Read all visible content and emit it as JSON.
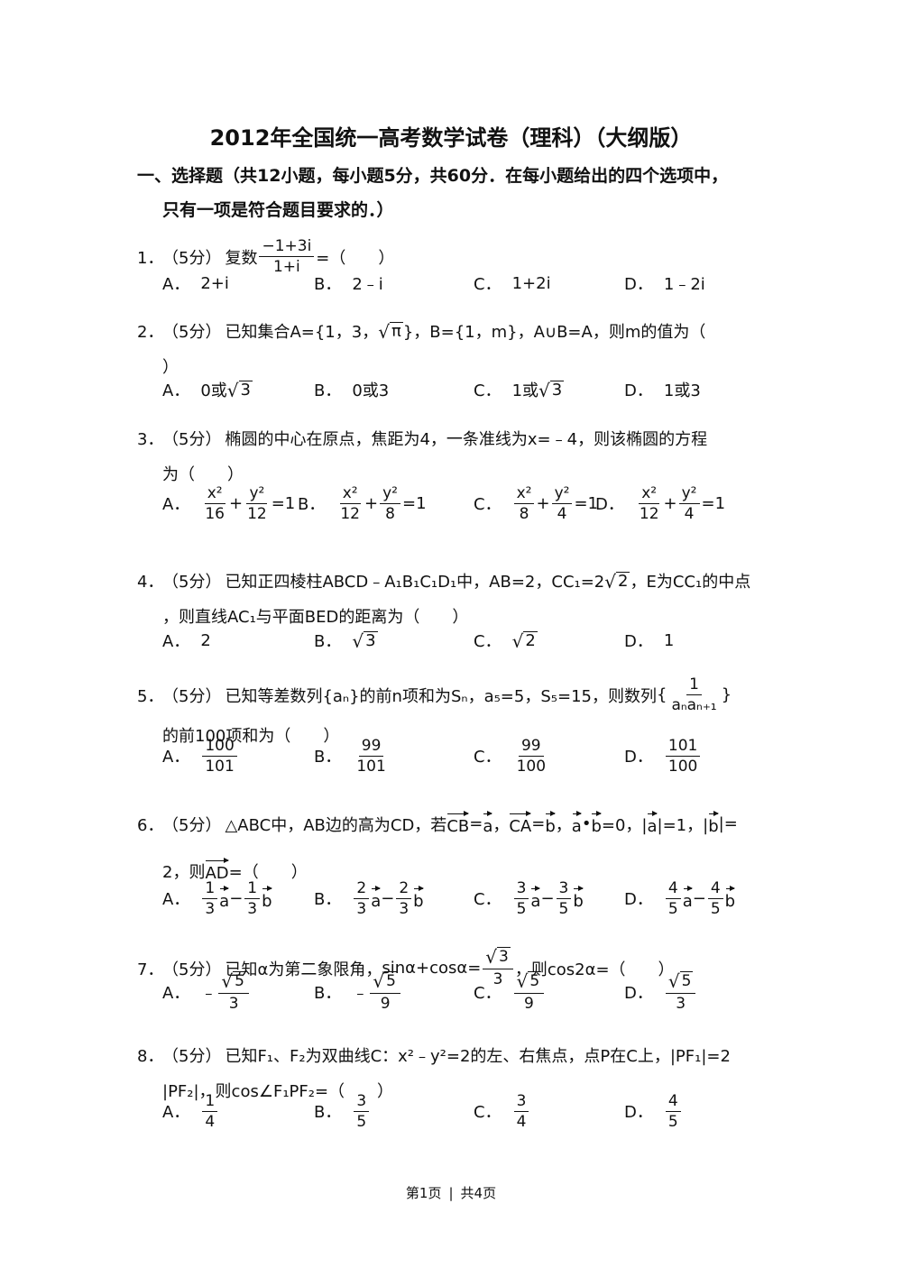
{
  "title": "2012年全国统一高考数学试卷（理科）（大纲版）",
  "section": {
    "line1": "一、选择题（共12小题，每小题5分，共60分．在每小题给出的四个选项中，",
    "line2": "只有一项是符合题目要求的．）"
  },
  "questions": [
    {
      "num": "1．",
      "points": "（5分）",
      "text_a": "复数",
      "frac_num": "−1+3i",
      "frac_den": "1+i",
      "text_b": "=（　　）",
      "options": [
        {
          "label": "A．",
          "text": "2+i"
        },
        {
          "label": "B．",
          "text": "2﹣i"
        },
        {
          "label": "C．",
          "text": "1+2i"
        },
        {
          "label": "D．",
          "text": "1﹣2i"
        }
      ]
    },
    {
      "num": "2．",
      "points": "（5分）",
      "text_a": "已知集合A={1，3，",
      "sqrt_arg": "π",
      "text_b": "}，B={1，m}，A∪B=A，则m的值为（",
      "cont": "）",
      "options": [
        {
          "label": "A．",
          "pre": "0或",
          "sqrt": "3"
        },
        {
          "label": "B．",
          "text": "0或3"
        },
        {
          "label": "C．",
          "pre": "1或",
          "sqrt": "3"
        },
        {
          "label": "D．",
          "text": "1或3"
        }
      ]
    },
    {
      "num": "3．",
      "points": "（5分）",
      "text": "椭圆的中心在原点，焦距为4，一条准线为x=﹣4，则该椭圆的方程",
      "cont": "为（　　）",
      "options": [
        {
          "label": "A．",
          "n1": "x²",
          "d1": "16",
          "n2": "y²",
          "d2": "12",
          "tail": "=1"
        },
        {
          "label": "B．",
          "n1": "x²",
          "d1": "12",
          "n2": "y²",
          "d2": "8",
          "tail": "=1"
        },
        {
          "label": "C．",
          "n1": "x²",
          "d1": "8",
          "n2": "y²",
          "d2": "4",
          "tail": "=1"
        },
        {
          "label": "D．",
          "n1": "x²",
          "d1": "12",
          "n2": "y²",
          "d2": "4",
          "tail": "=1"
        }
      ]
    },
    {
      "num": "4．",
      "points": "（5分）",
      "text_a": "已知正四棱柱ABCD﹣A₁B₁C₁D₁中，AB=2，CC₁=2",
      "sqrt_arg": "2",
      "text_b": "，E为CC₁的中点",
      "cont": "，则直线AC₁与平面BED的距离为（　　）",
      "options": [
        {
          "label": "A．",
          "text": "2"
        },
        {
          "label": "B．",
          "sqrt": "3"
        },
        {
          "label": "C．",
          "sqrt": "2"
        },
        {
          "label": "D．",
          "text": "1"
        }
      ]
    },
    {
      "num": "5．",
      "points": "（5分）",
      "text_a": "已知等差数列{aₙ}的前n项和为Sₙ，a₅=5，S₅=15，则数列",
      "frac_num": "1",
      "frac_den": "aₙaₙ₊₁",
      "cont": "的前100项和为（　　）",
      "options": [
        {
          "label": "A．",
          "num": "100",
          "den": "101"
        },
        {
          "label": "B．",
          "num": "99",
          "den": "101"
        },
        {
          "label": "C．",
          "num": "99",
          "den": "100"
        },
        {
          "label": "D．",
          "num": "101",
          "den": "100"
        }
      ]
    },
    {
      "num": "6．",
      "points": "（5分）",
      "text_a": "△ABC中，AB边的高为CD，若",
      "v1": "CB",
      "e1": "=",
      "v2": "a",
      "c1": "，",
      "v3": "CA",
      "e2": "=",
      "v4": "b",
      "c2": "，",
      "v5": "a",
      "dot": "•",
      "v6": "b",
      "e3": "=0，|",
      "v7": "a",
      "e4": "|=1，|",
      "v8": "b",
      "e5": "|=",
      "cont_a": "2，则",
      "v9": "AD",
      "cont_b": "=（　　）",
      "options": [
        {
          "label": "A．",
          "n": "1",
          "d": "3"
        },
        {
          "label": "B．",
          "n": "2",
          "d": "3"
        },
        {
          "label": "C．",
          "n": "3",
          "d": "5"
        },
        {
          "label": "D．",
          "n": "4",
          "d": "5"
        }
      ]
    },
    {
      "num": "7．",
      "points": "（5分）",
      "text_a": "已知α为第二象限角，",
      "expr": "sinα+cosα=",
      "frac_sqrt": "3",
      "frac_den": "3",
      "text_b": "，则cos2α=（　　）",
      "options": [
        {
          "label": "A．",
          "sign": "﹣",
          "s": "5",
          "d": "3"
        },
        {
          "label": "B．",
          "sign": "﹣",
          "s": "5",
          "d": "9"
        },
        {
          "label": "C．",
          "sign": "",
          "s": "5",
          "d": "9"
        },
        {
          "label": "D．",
          "sign": "",
          "s": "5",
          "d": "3"
        }
      ]
    },
    {
      "num": "8．",
      "points": "（5分）",
      "text": "已知F₁、F₂为双曲线C：x²﹣y²=2的左、右焦点，点P在C上，|PF₁|=2",
      "cont": "|PF₂|，则cos∠F₁PF₂=（　　）",
      "options": [
        {
          "label": "A．",
          "n": "1",
          "d": "4"
        },
        {
          "label": "B．",
          "n": "3",
          "d": "5"
        },
        {
          "label": "C．",
          "n": "3",
          "d": "4"
        },
        {
          "label": "D．",
          "n": "4",
          "d": "5"
        }
      ]
    }
  ],
  "footer": {
    "page": "第1页",
    "divider": "|",
    "total": "共4页"
  }
}
